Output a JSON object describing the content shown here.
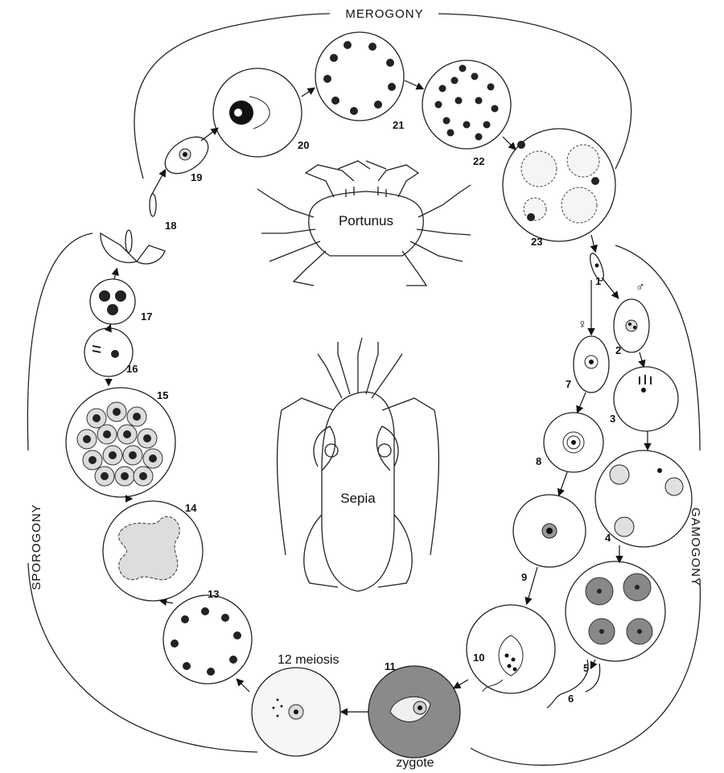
{
  "phases": {
    "merogony": "MEROGONY",
    "gamogony": "GAMOGONY",
    "sporogony": "SPOROGONY"
  },
  "hosts": {
    "crab": "Portunus",
    "cephalopod": "Sepia"
  },
  "symbols": {
    "female": "♀",
    "male": "♂"
  },
  "stages": {
    "s1": "1",
    "s2": "2",
    "s3": "3",
    "s4": "4",
    "s5": "5",
    "s6": "6",
    "s7": "7",
    "s8": "8",
    "s9": "9",
    "s10": "10",
    "s11": "11",
    "s12": "12 meiosis",
    "s13": "13",
    "s14": "14",
    "s15": "15",
    "s16": "16",
    "s17": "17",
    "s18": "18",
    "s19": "19",
    "s20": "20",
    "s21": "21",
    "s22": "22",
    "s23": "23"
  },
  "zygote": "zygote"
}
